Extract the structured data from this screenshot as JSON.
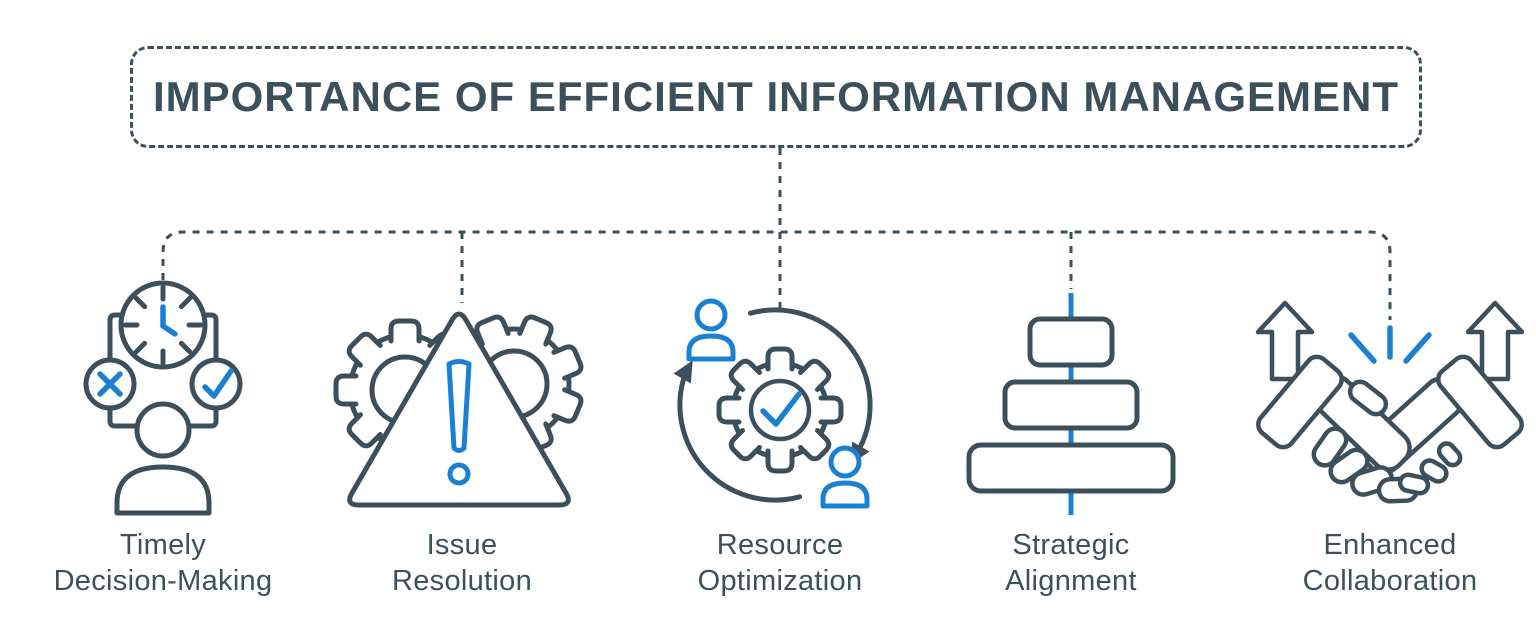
{
  "title": "IMPORTANCE OF EFFICIENT INFORMATION MANAGEMENT",
  "items": [
    {
      "line1": "Timely",
      "line2": "Decision-Making",
      "icon": "clock-decision"
    },
    {
      "line1": "Issue",
      "line2": "Resolution",
      "icon": "warning-gears"
    },
    {
      "line1": "Resource",
      "line2": "Optimization",
      "icon": "gear-cycle"
    },
    {
      "line1": "Strategic",
      "line2": "Alignment",
      "icon": "pyramid-alignment"
    },
    {
      "line1": "Enhanced",
      "line2": "Collaboration",
      "icon": "handshake-growth"
    }
  ],
  "colors": {
    "outline": "#3E4F5C",
    "accent": "#1B80D2",
    "background": "#FFFFFF"
  }
}
